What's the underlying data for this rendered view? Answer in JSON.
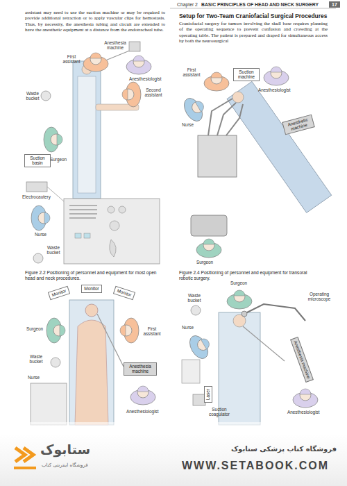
{
  "diagram": {
    "nodes": [
      {
        "text": [
          "Suction basin"
        ]
      },
      {
        "text": [
          "Suction machine"
        ]
      },
      {
        "text": [
          "Anesthetic machine"
        ]
      },
      {
        "text": [
          "Monitor"
        ]
      },
      {
        "text": [
          "Monitor"
        ]
      },
      {
        "text": [
          "Monitor"
        ]
      },
      {
        "text": [
          "Anesthesia machine"
        ]
      },
      {
        "text": [
          "Anesthesia machine"
        ]
      },
      {
        "text": [
          "Laser"
        ]
      }
    ],
    "labels": [
      "Chapter 2",
      "BASIC PRINCIPLES OF HEAD AND NECK SURGERY",
      "17",
      "assistant may need to use the suction machine or may be required to provide additional retraction or to apply vascular clips for hemostasis. Thus, by necessity, the anesthesia tubing and circuit are extended to have the anesthetic equipment at a distance from the endotracheal tube.",
      "Setup for Two-Team Craniofacial Surgical Procedures",
      "Craniofacial surgery for tumors involving the skull base requires planning of the operating sequence to prevent confusion and crowding at the operating table. The patient is prepared and draped for simultaneous access by both the neurosurgical",
      "Anesthesia machine",
      "First assistant",
      "Anesthesiologist",
      "Waste bucket",
      "Second assistant",
      "Surgeon",
      "Electrocautery",
      "Nurse",
      "Waste bucket",
      "Figure 2.2 Positioning of personnel and equipment for most open head and neck procedures.",
      "First assistant",
      "Anesthesiologist",
      "Nurse",
      "Surgeon",
      "Figure 2.4 Positioning of personnel and equipment for transoral robotic surgery.",
      "Surgeon",
      "First assistant",
      "Waste bucket",
      "Nurse",
      "Anesthesiologist",
      "Surgeon",
      "Waste bucket",
      "Operating microscope",
      "Nurse",
      "Anesthesiologist",
      "Suction coagulator",
      "ستابوک",
      "فروشگاه اینترنتی کتاب",
      "فروشگاه کتاب پزشکی ستابوک",
      "WWW.SETABOOK.COM"
    ]
  }
}
